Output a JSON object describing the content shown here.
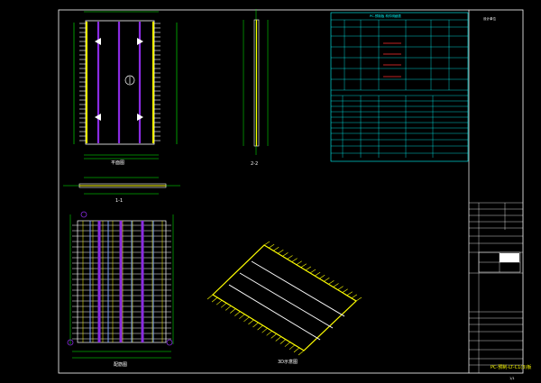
{
  "drawing": {
    "plan_view_label": "平面图",
    "section_1_label": "1-1",
    "section_2_label": "2-2",
    "iso_view_label": "3D示意图",
    "rebar_view_label": "配筋图",
    "title_block_code": "PC-预制-LT-C1(3)板",
    "sheet_number": "1/1",
    "right_column_header": "设计单位",
    "table_title": "PC-预制板 构件明细表"
  },
  "colors": {
    "background": "#000000",
    "frame": "#ffffff",
    "table_lines": "#00ffff",
    "yellow": "#ffff00",
    "green": "#00ff00",
    "purple": "#8a2be2",
    "red": "#ff3030"
  }
}
